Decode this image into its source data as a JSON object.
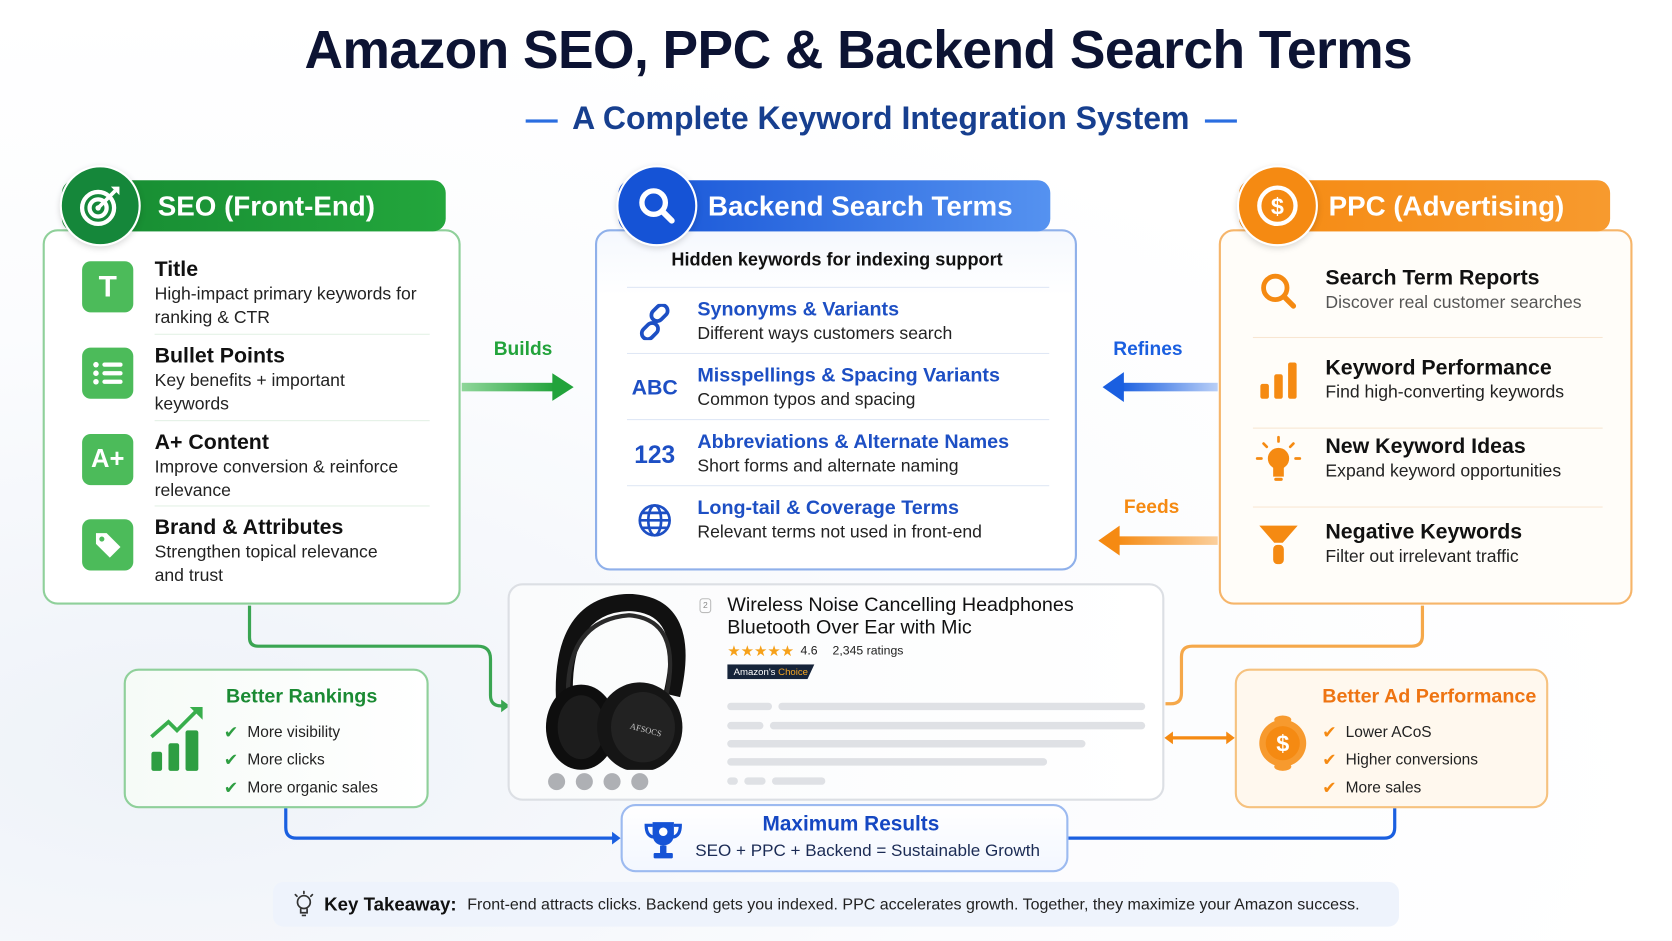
{
  "header": {
    "title": "Amazon SEO, PPC & Backend Search Terms",
    "subtitle": "A Complete Keyword Integration System"
  },
  "colors": {
    "seo_green": "#1f9a3a",
    "backend_blue": "#1a5fe0",
    "ppc_orange": "#f58a12",
    "title_navy": "#0c1333"
  },
  "seo": {
    "heading": "SEO (Front-End)",
    "icon": "target-icon",
    "items": [
      {
        "icon": "T",
        "title": "Title",
        "desc": "High-impact primary keywords for ranking & CTR"
      },
      {
        "icon": "list",
        "title": "Bullet Points",
        "desc": "Key benefits + important keywords"
      },
      {
        "icon": "A+",
        "title": "A+ Content",
        "desc": "Improve conversion & reinforce relevance"
      },
      {
        "icon": "tag",
        "title": "Brand & Attributes",
        "desc": "Strengthen topical relevance and trust"
      }
    ]
  },
  "backend": {
    "heading": "Backend Search Terms",
    "icon": "search-icon",
    "intro": "Hidden keywords for indexing support",
    "items": [
      {
        "icon": "link",
        "title": "Synonyms & Variants",
        "desc": "Different ways customers search"
      },
      {
        "icon": "ABC",
        "title": "Misspellings & Spacing Variants",
        "desc": "Common typos and spacing"
      },
      {
        "icon": "123",
        "title": "Abbreviations & Alternate Names",
        "desc": "Short forms and alternate naming"
      },
      {
        "icon": "globe",
        "title": "Long-tail & Coverage Terms",
        "desc": "Relevant terms not used in front-end"
      }
    ]
  },
  "ppc": {
    "heading": "PPC (Advertising)",
    "icon": "dollar-icon",
    "items": [
      {
        "icon": "search",
        "title": "Search Term Reports",
        "desc": "Discover real customer searches"
      },
      {
        "icon": "bar-chart",
        "title": "Keyword Performance",
        "desc": "Find high-converting keywords"
      },
      {
        "icon": "lightbulb",
        "title": "New Keyword Ideas",
        "desc": "Expand keyword opportunities"
      },
      {
        "icon": "funnel",
        "title": "Negative Keywords",
        "desc": "Filter out irrelevant traffic"
      }
    ]
  },
  "arrows": {
    "builds": "Builds",
    "refines": "Refines",
    "feeds": "Feeds"
  },
  "product": {
    "title_line1": "Wireless Noise Cancelling Headphones",
    "title_line2": "Bluetooth Over Ear with Mic",
    "stars": "★★★★★",
    "rating": "4.6",
    "ratings_count": "2,345 ratings",
    "badge_prefix": "Amazon's",
    "badge_suffix": "Choice",
    "brand_on_cup": "AFSOCS"
  },
  "better_rankings": {
    "title": "Better Rankings",
    "items": [
      "More visibility",
      "More clicks",
      "More organic sales"
    ]
  },
  "better_ads": {
    "title": "Better Ad Performance",
    "items": [
      "Lower ACoS",
      "Higher conversions",
      "More sales"
    ]
  },
  "max_results": {
    "title": "Maximum Results",
    "formula": "SEO + PPC + Backend = Sustainable Growth"
  },
  "takeaway": {
    "label": "Key Takeaway:",
    "text": "Front-end attracts clicks. Backend gets you indexed. PPC accelerates growth. Together, they maximize your Amazon success."
  }
}
